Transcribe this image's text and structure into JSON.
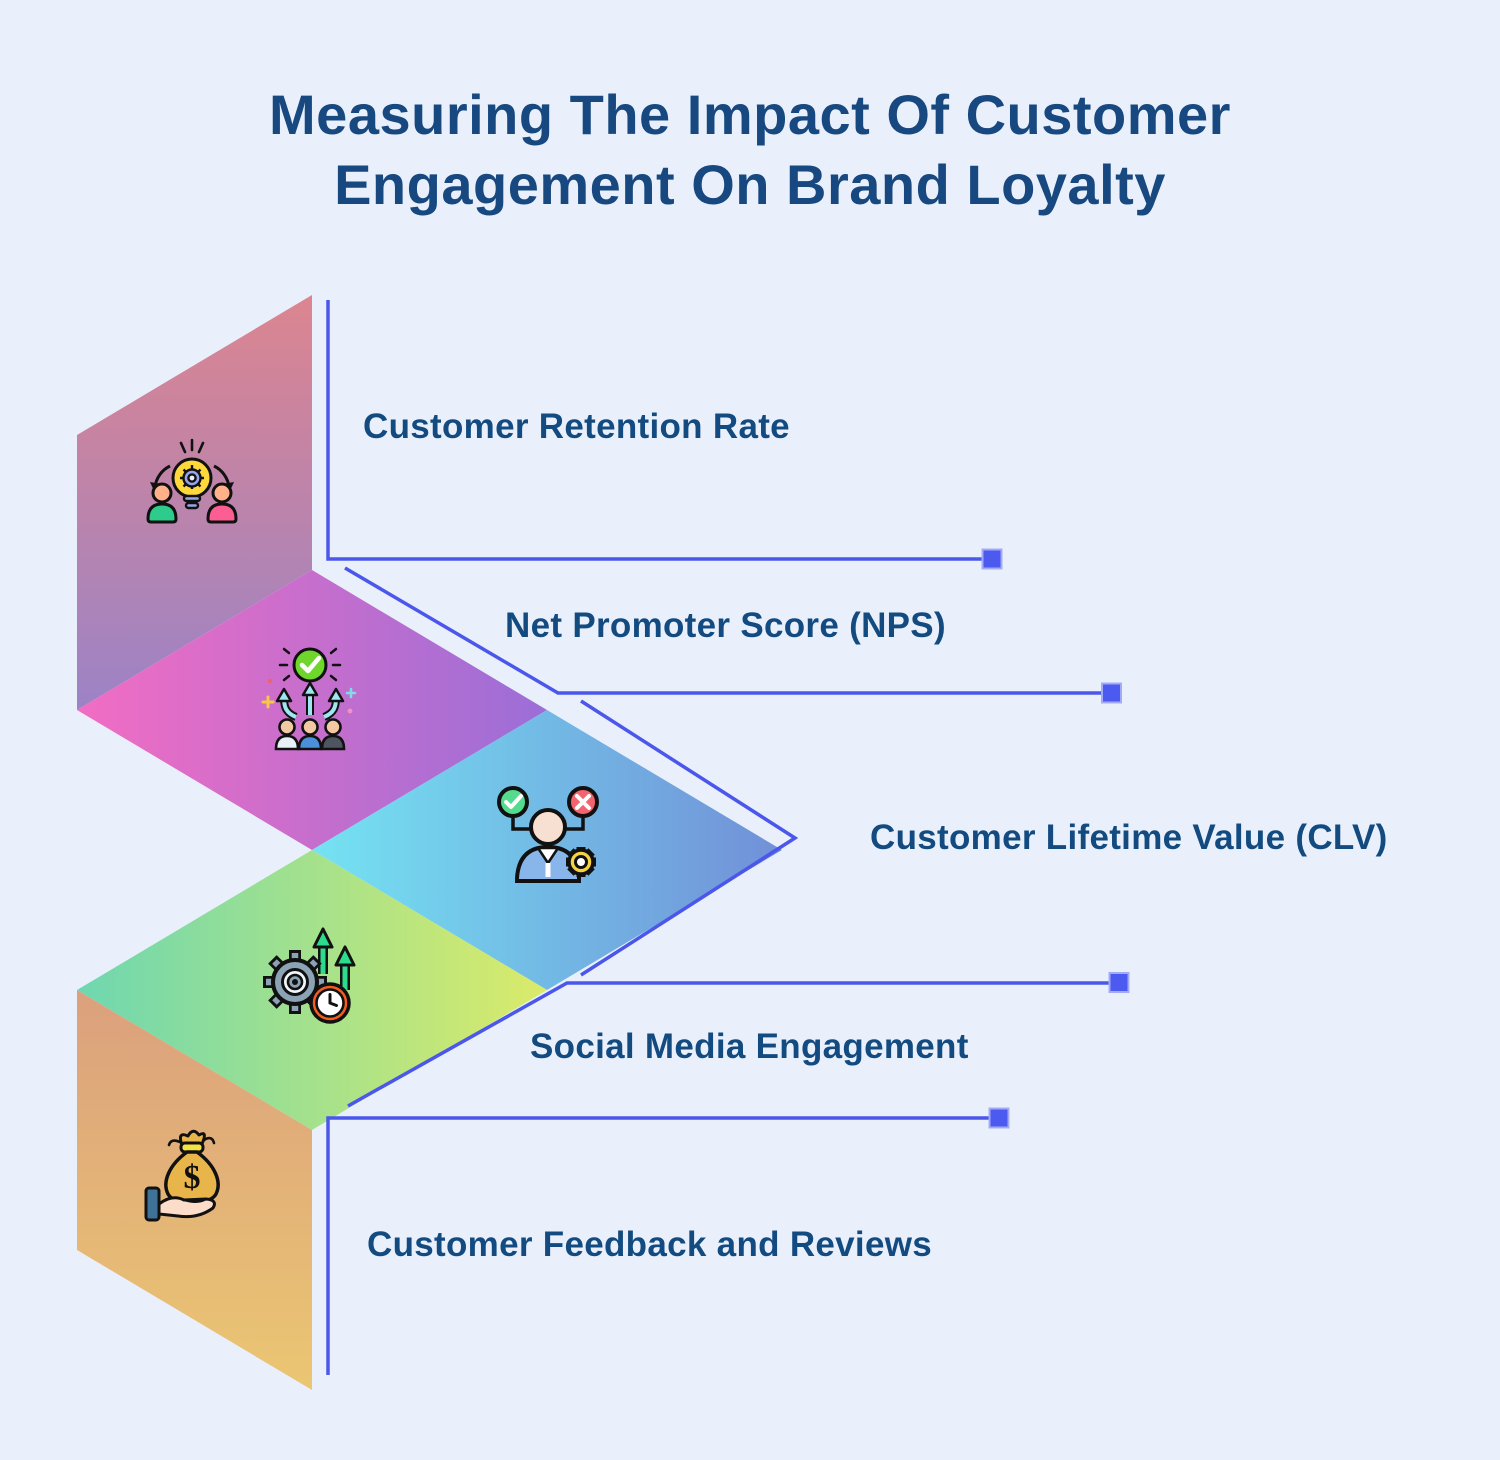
{
  "title": {
    "line1": "Measuring The Impact Of Customer",
    "line2": "Engagement On Brand Loyalty"
  },
  "items": [
    {
      "label": "Customer Retention Rate",
      "icon": "collaboration-idea-icon"
    },
    {
      "label": "Net Promoter Score (NPS)",
      "icon": "promoter-growth-icon"
    },
    {
      "label": "Customer Lifetime Value (CLV)",
      "icon": "customer-decision-icon"
    },
    {
      "label": "Social Media Engagement",
      "icon": "gear-growth-clock-icon"
    },
    {
      "label": "Customer Feedback and Reviews",
      "icon": "money-bag-hand-icon"
    }
  ],
  "colors": {
    "background": "#E9F0FC",
    "title_text": "#17487F",
    "label_text": "#134B80",
    "connector_line": "#4B57EA",
    "connector_square": "#4D5AF0",
    "panel1_gradient": [
      "#DC8590",
      "#9C83C6"
    ],
    "panel2_gradient": [
      "#F26DC3",
      "#9B6ED7"
    ],
    "panel3_gradient": [
      "#74E3F2",
      "#7190D8"
    ],
    "panel4_gradient": [
      "#6ED7B0",
      "#DBEB69"
    ],
    "panel5_gradient": [
      "#DBA07D",
      "#EBC672"
    ]
  }
}
